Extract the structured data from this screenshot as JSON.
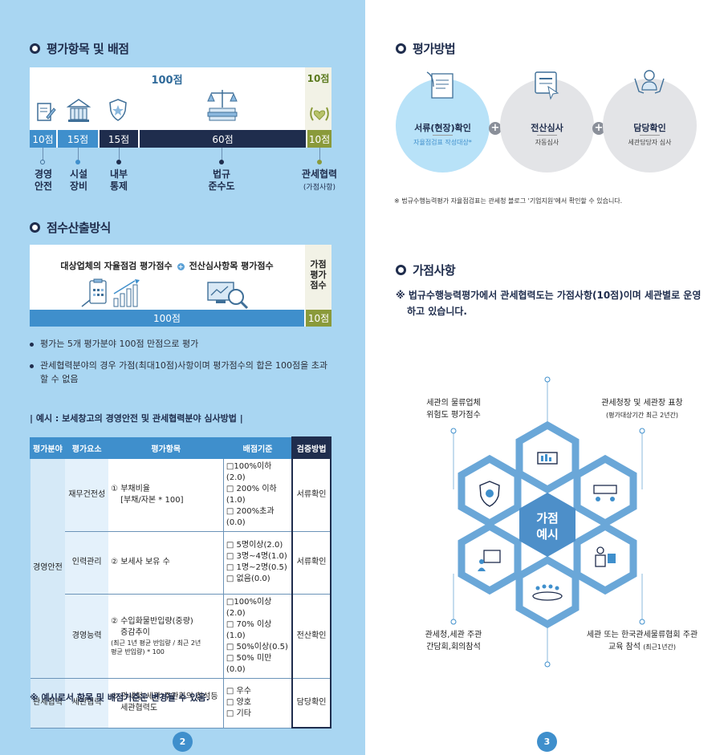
{
  "left": {
    "section1_title": "평가항목 및 배점",
    "score_total": "100점",
    "score_bonus": "10점",
    "bars": [
      {
        "score": "10점",
        "label": "경영\n안전"
      },
      {
        "score": "15점",
        "label": "시설\n장비"
      },
      {
        "score": "15점",
        "label": "내부\n통제"
      },
      {
        "score": "60점",
        "label": "법규\n준수도"
      },
      {
        "score": "10점",
        "label": "관세협력",
        "sub": "(가점사항)"
      }
    ],
    "section2_title": "점수산출방식",
    "score_text_a": "대상업체의 자율점검 평가점수",
    "score_text_plus": "+",
    "score_text_b": "전산심사항목 평가점수",
    "score_side": "가점\n평가\n점수",
    "score_bar_main": "100점",
    "score_bar_side": "10점",
    "bullet1": "평가는 5개 평가분야 100점 만점으로 평가",
    "bullet2_line1": "관세협력분야의 경우 가점(최대10점)사항이며 평가점수의 합은 100점을 초과",
    "bullet2_line2": "할 수 없음",
    "example_title": "| 예시 : 보세창고의 경영안전 및 관세협력분야 심사방법 |",
    "table_headers": [
      "평가분야",
      "평가요소",
      "평가항목",
      "배점기준",
      "검증방법"
    ],
    "table": {
      "area1": "경영안전",
      "area2": "관세협력",
      "row1": {
        "element": "재무건전성",
        "item_l1": "① 부채비율",
        "item_l2": "[부채/자본 * 100]",
        "criteria": [
          "□100%이하(2.0)",
          "□ 200% 이하(1.0)",
          "□ 200%초과(0.0)"
        ],
        "method": "서류확인"
      },
      "row2": {
        "element": "인력관리",
        "item_l1": "② 보세사 보유 수",
        "criteria": [
          "□ 5명이상(2.0)",
          "□ 3명~4명(1.0)",
          "□ 1명~2명(0.5)",
          "□ 없음(0.0)"
        ],
        "method": "서류확인"
      },
      "row3": {
        "element": "경영능력",
        "item_l1": "② 수입화물반입량(중량)",
        "item_l2": "증감추이",
        "item_l3": "(최근 1년 평균 반입량 / 최근 2년",
        "item_l4": "평균 반입량) * 100",
        "criteria": [
          "□100%이상(2.0)",
          "□ 70% 이상(1.0)",
          "□ 50%이상(0.5)",
          "□ 50% 미만(0.0)"
        ],
        "method": "전산확인"
      },
      "row4": {
        "element": "세관협력",
        "item_l1": "② 관세청(세관)주관회의 참석등",
        "item_l2": "세관협력도",
        "criteria": [
          "□ 우수",
          "□ 양호",
          "□ 기타"
        ],
        "method": "담당확인"
      }
    },
    "note": "※ 예시로서 항목 및 배점기준은 변경될 수 있음.",
    "page_number": "2"
  },
  "right": {
    "section1_title": "평가방법",
    "circles": [
      {
        "title": "서류(현장)확인",
        "sub": "자율점검표 작성대상*"
      },
      {
        "title": "전산심사",
        "sub": "자동심사"
      },
      {
        "title": "담당확인",
        "sub": "세관담당자 심사"
      }
    ],
    "plus": "+",
    "note": "※ 법규수행능력평가 자율점검표는 관세청 블로그 '기업지원'에서 확인할 수 있습니다.",
    "section2_title": "가점사항",
    "bonus_text_l1": "※ 법규수행능력평가에서 관세협력도는 가점사항(10점)이며 세관별로 운영",
    "bonus_text_l2": "하고 있습니다.",
    "center_l1": "가점",
    "center_l2": "예시",
    "labels": [
      {
        "l1": "세관의 물류업체",
        "l2": "위험도 평가점수"
      },
      {
        "l1": "관세청장 및 세관장 표창",
        "l2": "(평가대상기간 최근 2년간)"
      },
      {
        "l1": "관세청,세관 주관",
        "l2": "간담회,회의참석"
      },
      {
        "l1": "세관 또는 한국관세물류협회 주관",
        "l2": "교육 참석",
        "l3": "(최근1년간)"
      }
    ],
    "page_number": "3"
  },
  "colors": {
    "left_bg": "#a9d6f2",
    "navy": "#1f2d4d",
    "blue": "#3f8fcc",
    "olive": "#8a9a3a"
  }
}
